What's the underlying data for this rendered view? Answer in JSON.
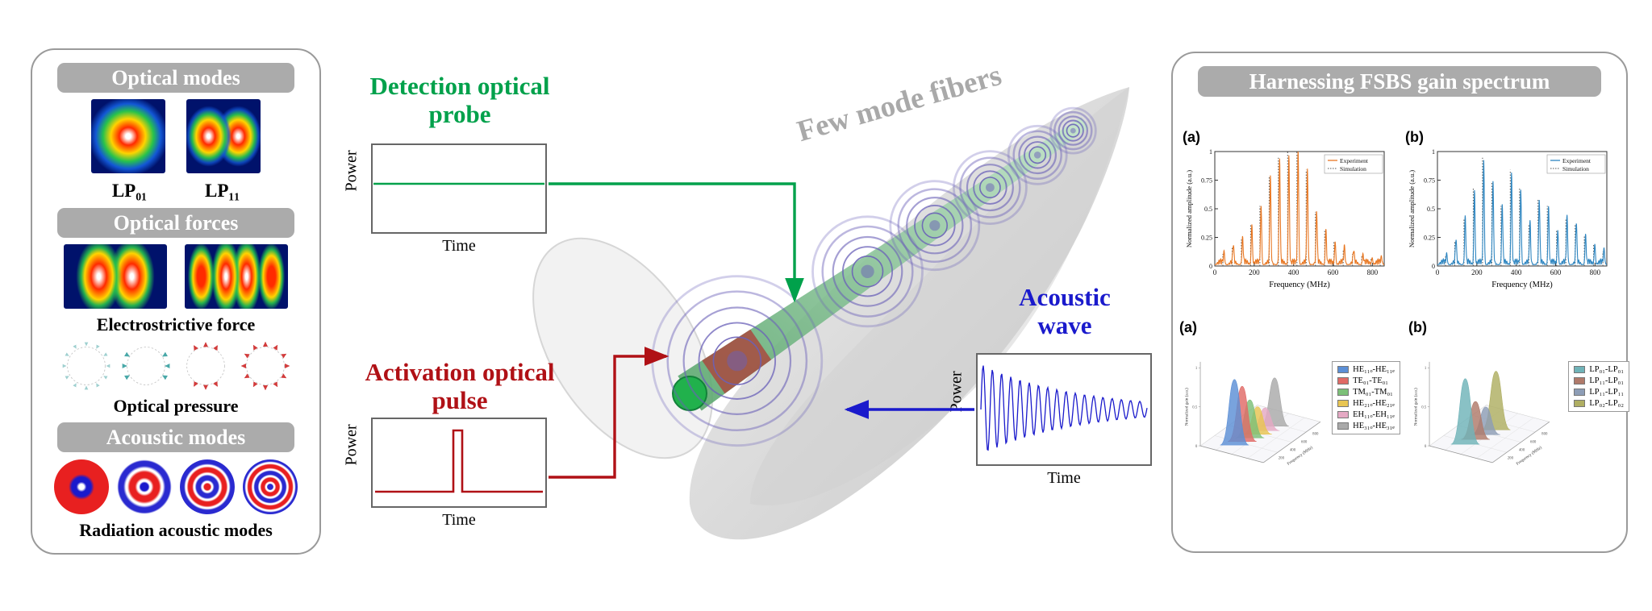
{
  "colors": {
    "header_bg": "#ABABAB",
    "detection_green": "#00A14B",
    "activation_red": "#B01116",
    "acoustic_blue": "#1A1ACC",
    "fiber_label_gray": "#A9A9A9",
    "experiment_a": "#E87722",
    "experiment_b": "#2E86C1",
    "simulation": "#555555",
    "acoustic_rings_purple": "#6A60B8"
  },
  "left_panel": {
    "optical_modes_header": "Optical modes",
    "optical_forces_header": "Optical forces",
    "acoustic_modes_header": "Acoustic modes",
    "lp01_label": "LP₀₁",
    "lp11_label": "LP₁₁",
    "electrostrictive_label": "Electrostrictive force",
    "optical_pressure_label": "Optical pressure",
    "radiation_label": "Radiation acoustic modes"
  },
  "middle": {
    "detection_label": "Detection optical probe",
    "activation_label": "Activation optical pulse",
    "acoustic_label": "Acoustic wave",
    "fiber_label": "Few mode fibers",
    "power_label": "Power",
    "time_label": "Time"
  },
  "right_panel": {
    "header": "Harnessing FSBS gain spectrum",
    "letter_a": "(a)",
    "letter_b": "(b)"
  },
  "chart_data": [
    {
      "id": "fsbs_spectrum_a",
      "type": "line",
      "panel": "(a)",
      "xlabel": "Frequency (MHz)",
      "ylabel": "Normalized amplitude (a.u.)",
      "xlim": [
        0,
        860
      ],
      "ylim": [
        0,
        1
      ],
      "xticks": [
        0,
        200,
        400,
        600,
        800
      ],
      "yticks": [
        0,
        0.25,
        0.5,
        0.75,
        1
      ],
      "legend": [
        "Experiment",
        "Simulation"
      ],
      "line_color": "#E87722",
      "peaks_mhz": [
        47,
        94,
        141,
        188,
        235,
        282,
        329,
        376,
        423,
        470,
        517,
        564,
        611,
        658,
        705,
        752,
        799,
        846
      ],
      "peak_amplitudes": [
        0.1,
        0.15,
        0.22,
        0.35,
        0.5,
        0.75,
        0.9,
        0.95,
        1.0,
        0.8,
        0.45,
        0.3,
        0.2,
        0.14,
        0.1,
        0.08,
        0.06,
        0.05
      ]
    },
    {
      "id": "fsbs_spectrum_b",
      "type": "line",
      "panel": "(b)",
      "xlabel": "Frequency (MHz)",
      "ylabel": "Normalized amplitude (a.u.)",
      "xlim": [
        0,
        860
      ],
      "ylim": [
        0,
        1
      ],
      "xticks": [
        0,
        200,
        400,
        600,
        800
      ],
      "yticks": [
        0,
        0.25,
        0.5,
        0.75,
        1
      ],
      "legend": [
        "Experiment",
        "Simulation"
      ],
      "line_color": "#2E86C1",
      "peaks_mhz": [
        47,
        94,
        141,
        188,
        235,
        282,
        329,
        376,
        423,
        470,
        517,
        564,
        611,
        658,
        705,
        752,
        799,
        846
      ],
      "peak_amplitudes": [
        0.08,
        0.2,
        0.4,
        0.65,
        0.9,
        0.7,
        0.5,
        0.8,
        0.65,
        0.35,
        0.55,
        0.5,
        0.3,
        0.4,
        0.35,
        0.25,
        0.18,
        0.12
      ]
    },
    {
      "id": "gain_3d_a",
      "type": "3d-ridgeline",
      "panel": "(a)",
      "xlabel": "Frequency (MHz)",
      "zlabel": "Normalized gain (a.u.)",
      "xticks": [
        200,
        400,
        600,
        800
      ],
      "zticks": [
        0,
        0.5,
        1
      ],
      "series": [
        {
          "name": "HE₁₁ₒ-HE₁₁ₑ",
          "color": "#5B8FD6",
          "height": 0.95,
          "frequency_mhz": 140
        },
        {
          "name": "TE₀₁-TE₀₁",
          "color": "#E06A66",
          "height": 0.8,
          "frequency_mhz": 230
        },
        {
          "name": "TM₀₁-TM₀₁",
          "color": "#7CC078",
          "height": 0.55,
          "frequency_mhz": 320
        },
        {
          "name": "HE₂₁ₒ-HE₂₁ₑ",
          "color": "#E8C552",
          "height": 0.4,
          "frequency_mhz": 410
        },
        {
          "name": "EH₁₁ₒ-EH₁₁ₑ",
          "color": "#E5A9C4",
          "height": 0.33,
          "frequency_mhz": 500
        },
        {
          "name": "HE₃₁ₒ-HE₃₁ₑ",
          "color": "#A9A9A9",
          "height": 0.7,
          "frequency_mhz": 610
        }
      ]
    },
    {
      "id": "gain_3d_b",
      "type": "3d-ridgeline",
      "panel": "(b)",
      "xlabel": "Frequency (MHz)",
      "zlabel": "Normalized gain (a.u.)",
      "xticks": [
        200,
        400,
        600,
        800
      ],
      "zticks": [
        0,
        0.5,
        1
      ],
      "series": [
        {
          "name": "LP₀₁-LP₀₁",
          "color": "#6FB3B8",
          "height": 0.95,
          "frequency_mhz": 160
        },
        {
          "name": "LP₁₁-LP₀₁",
          "color": "#B07A6A",
          "height": 0.55,
          "frequency_mhz": 280
        },
        {
          "name": "LP₁₁-LP₁₁",
          "color": "#8D9DB6",
          "height": 0.4,
          "frequency_mhz": 400
        },
        {
          "name": "LP₀₂-LP₀₂",
          "color": "#AFAE62",
          "height": 0.85,
          "frequency_mhz": 520
        }
      ]
    }
  ]
}
